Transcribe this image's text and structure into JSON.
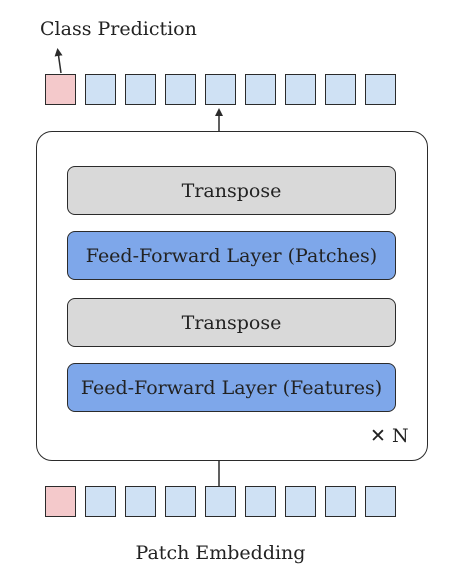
{
  "labels": {
    "class_prediction": "Class Prediction",
    "patch_embedding": "Patch Embedding",
    "repeat": "✕ N"
  },
  "layers": [
    {
      "label": "Transpose",
      "kind": "transpose"
    },
    {
      "label": "Feed-Forward Layer (Patches)",
      "kind": "feedforward"
    },
    {
      "label": "Transpose",
      "kind": "transpose"
    },
    {
      "label": "Feed-Forward Layer (Features)",
      "kind": "feedforward"
    }
  ],
  "tokens": {
    "count": 9,
    "class_token_index": 0
  },
  "colors": {
    "class_token": "#f4c9cb",
    "patch_token": "#cfe1f4",
    "transpose": "#d9d9d9",
    "feedforward": "#7ea7ea",
    "stroke": "#2b2b2b"
  }
}
